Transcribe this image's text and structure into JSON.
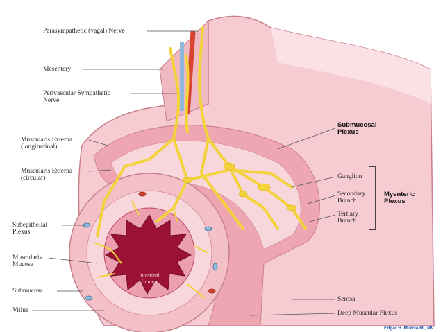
{
  "colors": {
    "background": "#ffffff",
    "tissue_pink": "#f4c7cf",
    "tissue_dark": "#e79aa8",
    "nerve_yellow": "#f3d23a",
    "artery_red": "#d9432f",
    "vein_blue": "#8fb8da",
    "lumen": "#9c1237",
    "credit_blue": "#1b4fa8"
  },
  "labels": {
    "parasympathetic": "Parasympathetic (vagal) Nerve",
    "mesentery": "Mesentery",
    "perivascular_1": "Perivascular Sympathetic",
    "perivascular_2": "Nerve",
    "externa_long_1": "Muscularis Externa",
    "externa_long_2": "(longitudinal)",
    "externa_circ_1": "Muscularis Externa",
    "externa_circ_2": "(circular)",
    "subepithelial_1": "Subepithelial",
    "subepithelial_2": "Plexus",
    "mucosa_1": "Muscularis",
    "mucosa_2": "Mucosa",
    "submucosa": "Submucosa",
    "villus": "Villus",
    "submucosal_1": "Submucosal",
    "submucosal_2": "Plexus",
    "ganglion": "Ganglion",
    "secondary_1": "Secondary",
    "secondary_2": "Branch",
    "tertiary_1": "Tertiary",
    "tertiary_2": "Branch",
    "myenteric_1": "Myenteric",
    "myenteric_2": "Plexus",
    "serosa": "Serosa",
    "deep_muscular": "Deep Muscular Plexus",
    "lumen_1": "Intestinal",
    "lumen_2": "Lumen",
    "credit": "Edgar H. Murcia M., MV"
  }
}
